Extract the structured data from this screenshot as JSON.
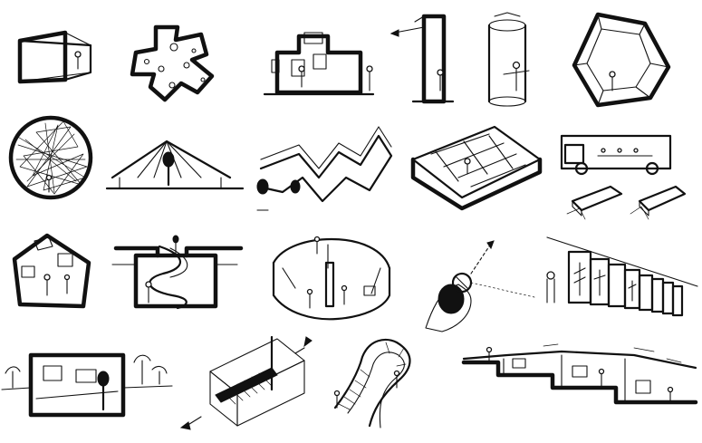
{
  "sheet": {
    "background": "#ffffff",
    "ink": "#111111",
    "sketches": [
      {
        "id": "framed-box",
        "icon": "perspective-box-frame-icon"
      },
      {
        "id": "star-pavilion",
        "icon": "star-plan-icon"
      },
      {
        "id": "cross-pavilion",
        "icon": "cross-section-icon"
      },
      {
        "id": "vertical-tower",
        "icon": "tower-arrow-icon"
      },
      {
        "id": "cylinder-tower",
        "icon": "cylinder-icon"
      },
      {
        "id": "geodesic-cube",
        "icon": "wireframe-polyhedron-icon"
      },
      {
        "id": "string-circle",
        "icon": "scribbled-circle-icon"
      },
      {
        "id": "tent-canopy",
        "icon": "tent-icon"
      },
      {
        "id": "zigzag-wall",
        "icon": "folding-wall-icon"
      },
      {
        "id": "maze-rooms",
        "icon": "maze-icon"
      },
      {
        "id": "truck-and-containers",
        "icon": "truck-icon"
      },
      {
        "id": "pentagon-room",
        "icon": "pentagon-icon"
      },
      {
        "id": "spiral-stair-section",
        "icon": "spiral-stair-icon"
      },
      {
        "id": "curved-screen",
        "icon": "curved-wall-icon"
      },
      {
        "id": "hand-compass",
        "icon": "hand-object-icon"
      },
      {
        "id": "panel-gallery",
        "icon": "panel-row-icon"
      },
      {
        "id": "landscape-window",
        "icon": "window-frame-icon"
      },
      {
        "id": "tilted-stair-box",
        "icon": "stair-box-icon"
      },
      {
        "id": "bridge-loop",
        "icon": "loop-bridge-icon"
      },
      {
        "id": "terraced-section",
        "icon": "terrace-section-icon"
      }
    ]
  }
}
